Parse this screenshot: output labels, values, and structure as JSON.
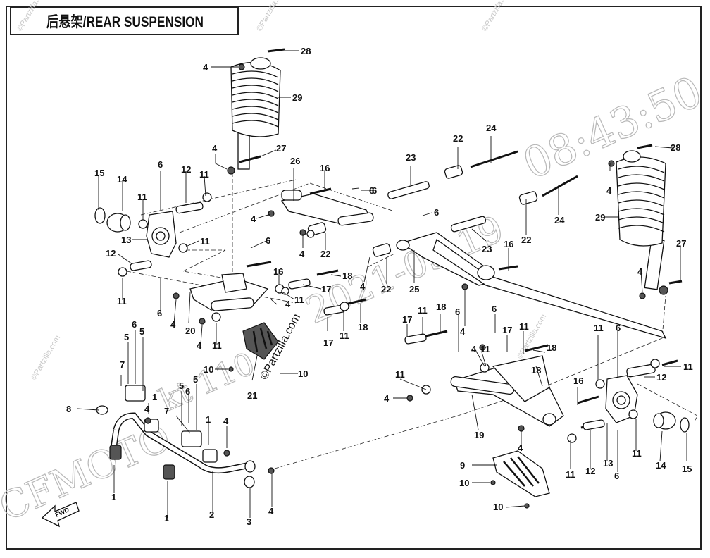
{
  "title": "后悬架/REAR SUSPENSION",
  "watermarks": {
    "brand": "CFMOTO",
    "kit_code": "kt 110",
    "date": "2021-05-19",
    "time": "08:43:50",
    "site": "©Partzilla.com"
  },
  "fwd_label": "FWD",
  "callouts": [
    "1",
    "2",
    "3",
    "4",
    "5",
    "6",
    "7",
    "8",
    "9",
    "10",
    "11",
    "12",
    "13",
    "14",
    "15",
    "16",
    "17",
    "18",
    "19",
    "20",
    "21",
    "22",
    "23",
    "24",
    "25",
    "26",
    "27",
    "28",
    "29"
  ]
}
